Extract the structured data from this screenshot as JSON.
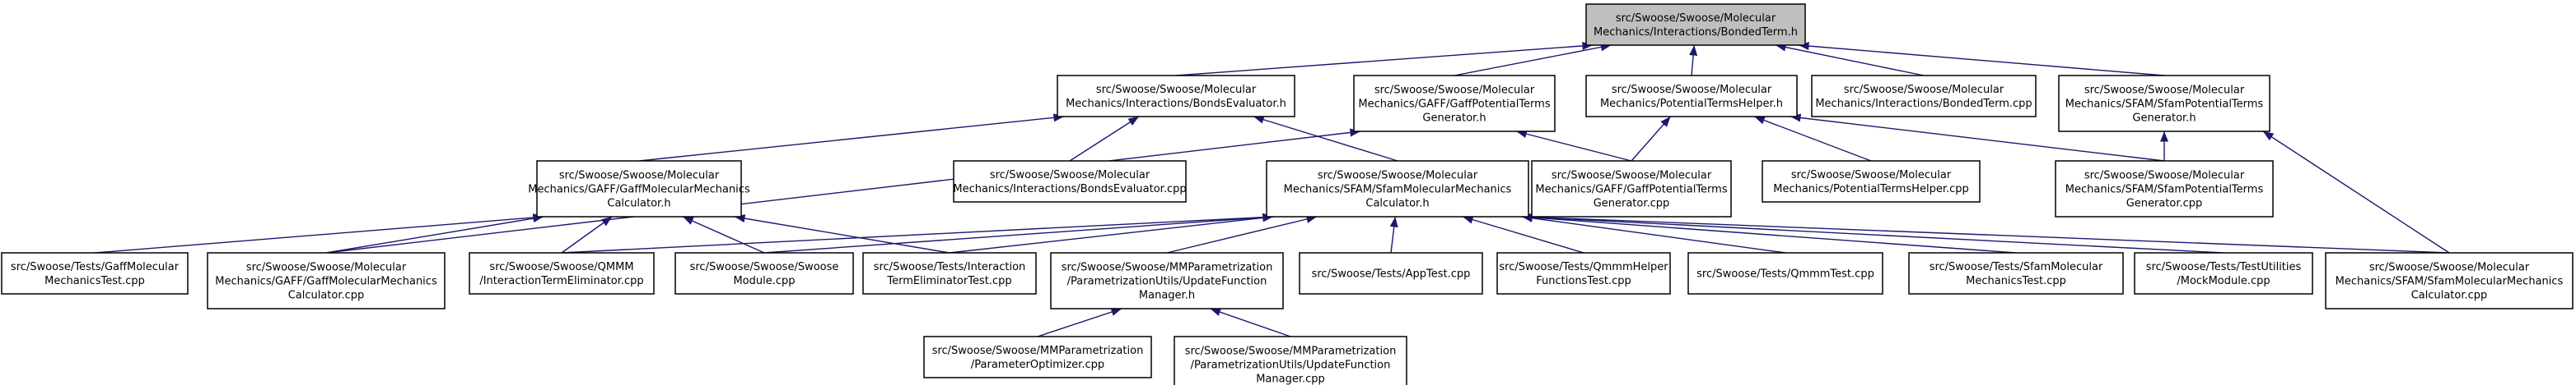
{
  "nodes": [
    {
      "id": "bondedterm_h",
      "root": true,
      "lines": [
        "src/Swoose/Swoose/Molecular",
        "Mechanics/Interactions/BondedTerm.h"
      ]
    },
    {
      "id": "bondsevaluator_h",
      "lines": [
        "src/Swoose/Swoose/Molecular",
        "Mechanics/Interactions/BondsEvaluator.h"
      ]
    },
    {
      "id": "gaffpotentialtermsgenerator_h",
      "lines": [
        "src/Swoose/Swoose/Molecular",
        "Mechanics/GAFF/GaffPotentialTerms",
        "Generator.h"
      ]
    },
    {
      "id": "potentialtermshelper_h",
      "lines": [
        "src/Swoose/Swoose/Molecular",
        "Mechanics/PotentialTermsHelper.h"
      ]
    },
    {
      "id": "bondedterm_cpp",
      "lines": [
        "src/Swoose/Swoose/Molecular",
        "Mechanics/Interactions/BondedTerm.cpp"
      ]
    },
    {
      "id": "sfampotentialtermsgenerator_h",
      "lines": [
        "src/Swoose/Swoose/Molecular",
        "Mechanics/SFAM/SfamPotentialTerms",
        "Generator.h"
      ]
    },
    {
      "id": "gaffmmcalculator_h",
      "lines": [
        "src/Swoose/Swoose/Molecular",
        "Mechanics/GAFF/GaffMolecularMechanics",
        "Calculator.h"
      ]
    },
    {
      "id": "bondsevaluator_cpp",
      "lines": [
        "src/Swoose/Swoose/Molecular",
        "Mechanics/Interactions/BondsEvaluator.cpp"
      ]
    },
    {
      "id": "sfammmcalculator_h",
      "lines": [
        "src/Swoose/Swoose/Molecular",
        "Mechanics/SFAM/SfamMolecularMechanics",
        "Calculator.h"
      ]
    },
    {
      "id": "gaffpotentialtermsgenerator_cpp",
      "lines": [
        "src/Swoose/Swoose/Molecular",
        "Mechanics/GAFF/GaffPotentialTerms",
        "Generator.cpp"
      ]
    },
    {
      "id": "potentialtermshelper_cpp",
      "lines": [
        "src/Swoose/Swoose/Molecular",
        "Mechanics/PotentialTermsHelper.cpp"
      ]
    },
    {
      "id": "sfampotentialtermsgenerator_cpp",
      "lines": [
        "src/Swoose/Swoose/Molecular",
        "Mechanics/SFAM/SfamPotentialTerms",
        "Generator.cpp"
      ]
    },
    {
      "id": "gaffmmtest_cpp",
      "lines": [
        "src/Swoose/Tests/GaffMolecular",
        "MechanicsTest.cpp"
      ]
    },
    {
      "id": "gaffmmcalculator_cpp",
      "lines": [
        "src/Swoose/Swoose/Molecular",
        "Mechanics/GAFF/GaffMolecularMechanics",
        "Calculator.cpp"
      ]
    },
    {
      "id": "interactiontermeliminator_cpp",
      "lines": [
        "src/Swoose/Swoose/QMMM",
        "/InteractionTermEliminator.cpp"
      ]
    },
    {
      "id": "swoosemodule_cpp",
      "lines": [
        "src/Swoose/Swoose/Swoose",
        "Module.cpp"
      ]
    },
    {
      "id": "interactiontermeliminatortest_cpp",
      "lines": [
        "src/Swoose/Tests/Interaction",
        "TermEliminatorTest.cpp"
      ]
    },
    {
      "id": "updatefunctionmanager_h",
      "lines": [
        "src/Swoose/Swoose/MMParametrization",
        "/ParametrizationUtils/UpdateFunction",
        "Manager.h"
      ]
    },
    {
      "id": "apptest_cpp",
      "lines": [
        "src/Swoose/Tests/AppTest.cpp"
      ]
    },
    {
      "id": "qmmmhelperfunctionstest_cpp",
      "lines": [
        "src/Swoose/Tests/QmmmHelper",
        "FunctionsTest.cpp"
      ]
    },
    {
      "id": "qmmmtest_cpp",
      "lines": [
        "src/Swoose/Tests/QmmmTest.cpp"
      ]
    },
    {
      "id": "sfammmtest_cpp",
      "lines": [
        "src/Swoose/Tests/SfamMolecular",
        "MechanicsTest.cpp"
      ]
    },
    {
      "id": "mockmodule_cpp",
      "lines": [
        "src/Swoose/Tests/TestUtilities",
        "/MockModule.cpp"
      ]
    },
    {
      "id": "sfammmcalculator_cpp",
      "lines": [
        "src/Swoose/Swoose/Molecular",
        "Mechanics/SFAM/SfamMolecularMechanics",
        "Calculator.cpp"
      ]
    },
    {
      "id": "parameteroptimizer_cpp",
      "lines": [
        "src/Swoose/Swoose/MMParametrization",
        "/ParameterOptimizer.cpp"
      ]
    },
    {
      "id": "updatefunctionmanager_cpp",
      "lines": [
        "src/Swoose/Swoose/MMParametrization",
        "/ParametrizationUtils/UpdateFunction",
        "Manager.cpp"
      ]
    }
  ],
  "edges": [
    {
      "from": "bondsevaluator_h",
      "to": "bondedterm_h"
    },
    {
      "from": "gaffpotentialtermsgenerator_h",
      "to": "bondedterm_h"
    },
    {
      "from": "potentialtermshelper_h",
      "to": "bondedterm_h"
    },
    {
      "from": "bondedterm_cpp",
      "to": "bondedterm_h"
    },
    {
      "from": "sfampotentialtermsgenerator_h",
      "to": "bondedterm_h"
    },
    {
      "from": "gaffmmcalculator_h",
      "to": "bondsevaluator_h"
    },
    {
      "from": "bondsevaluator_cpp",
      "to": "bondsevaluator_h"
    },
    {
      "from": "sfammmcalculator_h",
      "to": "bondsevaluator_h"
    },
    {
      "from": "gaffpotentialtermsgenerator_cpp",
      "to": "gaffpotentialtermsgenerator_h"
    },
    {
      "from": "gaffmmcalculator_cpp",
      "to": "gaffpotentialtermsgenerator_h"
    },
    {
      "from": "gaffpotentialtermsgenerator_cpp",
      "to": "potentialtermshelper_h"
    },
    {
      "from": "potentialtermshelper_cpp",
      "to": "potentialtermshelper_h"
    },
    {
      "from": "sfampotentialtermsgenerator_cpp",
      "to": "potentialtermshelper_h"
    },
    {
      "from": "sfampotentialtermsgenerator_cpp",
      "to": "sfampotentialtermsgenerator_h"
    },
    {
      "from": "sfammmcalculator_cpp",
      "to": "sfampotentialtermsgenerator_h"
    },
    {
      "from": "gaffmmtest_cpp",
      "to": "gaffmmcalculator_h"
    },
    {
      "from": "gaffmmcalculator_cpp",
      "to": "gaffmmcalculator_h"
    },
    {
      "from": "interactiontermeliminator_cpp",
      "to": "gaffmmcalculator_h"
    },
    {
      "from": "swoosemodule_cpp",
      "to": "gaffmmcalculator_h"
    },
    {
      "from": "interactiontermeliminatortest_cpp",
      "to": "gaffmmcalculator_h"
    },
    {
      "from": "interactiontermeliminator_cpp",
      "to": "sfammmcalculator_h"
    },
    {
      "from": "swoosemodule_cpp",
      "to": "sfammmcalculator_h"
    },
    {
      "from": "interactiontermeliminatortest_cpp",
      "to": "sfammmcalculator_h"
    },
    {
      "from": "updatefunctionmanager_h",
      "to": "sfammmcalculator_h"
    },
    {
      "from": "apptest_cpp",
      "to": "sfammmcalculator_h"
    },
    {
      "from": "qmmmhelperfunctionstest_cpp",
      "to": "sfammmcalculator_h"
    },
    {
      "from": "qmmmtest_cpp",
      "to": "sfammmcalculator_h"
    },
    {
      "from": "sfammmtest_cpp",
      "to": "sfammmcalculator_h"
    },
    {
      "from": "mockmodule_cpp",
      "to": "sfammmcalculator_h"
    },
    {
      "from": "sfammmcalculator_cpp",
      "to": "sfammmcalculator_h"
    },
    {
      "from": "parameteroptimizer_cpp",
      "to": "updatefunctionmanager_h"
    },
    {
      "from": "updatefunctionmanager_cpp",
      "to": "updatefunctionmanager_h"
    }
  ],
  "colors": {
    "edge": "#191970",
    "root_fill": "#bfbfbf",
    "node_fill": "#ffffff",
    "node_stroke": "#000000"
  }
}
